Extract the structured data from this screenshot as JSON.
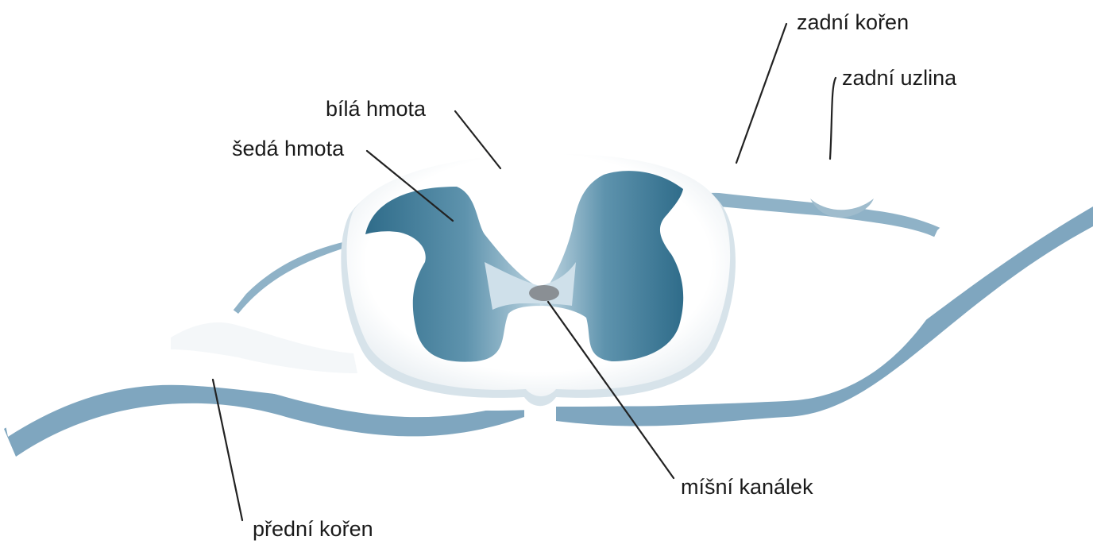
{
  "labels": {
    "dorsal_root": "zadní kořen",
    "dorsal_ganglion": "zadní uzlina",
    "white_matter": "bílá hmota",
    "grey_matter": "šedá hmota",
    "central_canal": "míšní kanálek",
    "ventral_root": "přední kořen"
  },
  "colors": {
    "white_matter": "#ffffff",
    "shadow": "#b8ccd8",
    "nerve_underside": "#7fa6bf",
    "grey_matter_dark": "#3f7a96",
    "grey_matter_light": "#cfe0ea",
    "canal": "#8a8f94",
    "leader_line": "#222222"
  }
}
